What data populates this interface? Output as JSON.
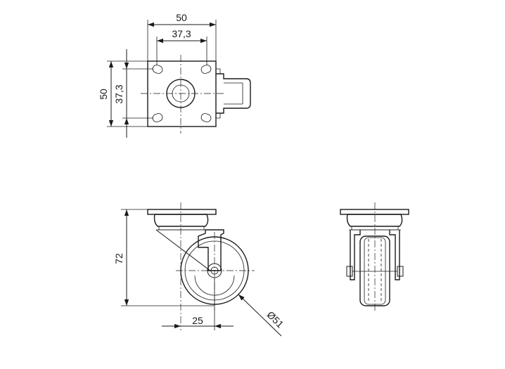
{
  "dimensions": {
    "plate_width": "50",
    "plate_hole_spacing_x": "37,3",
    "plate_height": "50",
    "plate_hole_spacing_y": "37,3",
    "overall_height": "72",
    "offset": "25",
    "wheel_diameter": "Ø51"
  },
  "colors": {
    "line": "#1a1a1a",
    "background": "#ffffff"
  }
}
